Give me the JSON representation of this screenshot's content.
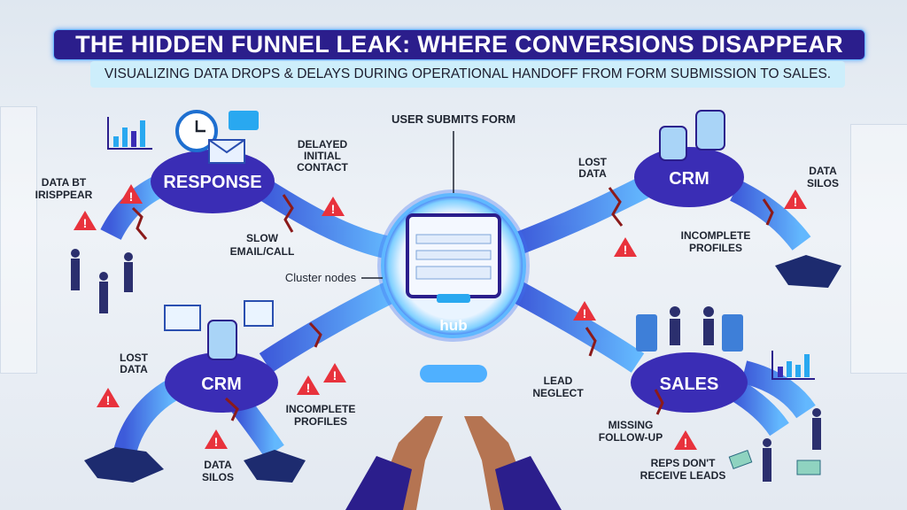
{
  "title": "THE HIDDEN FUNNEL LEAK: WHERE CONVERSIONS DISAPPEAR",
  "subtitle": "VISUALIZING DATA DROPS & DELAYS DURING OPERATIONAL HANDOFF FROM FORM SUBMISSION TO SALES.",
  "hub": {
    "label": "hub",
    "top_label": "USER SUBMITS FORM",
    "side_label": "Cluster nodes"
  },
  "nodes": {
    "response": "RESPONSE",
    "crm_top": "CRM",
    "crm_bottom": "CRM",
    "sales": "SALES"
  },
  "labels": {
    "data_disappear": [
      "DATA BT",
      "IRISPPEAR"
    ],
    "delayed_contact": [
      "DELAYED",
      "INITIAL",
      "CONTACT"
    ],
    "slow_email": [
      "SLOW",
      "EMAIL/CALL"
    ],
    "lost_data_top": [
      "LOST",
      "DATA"
    ],
    "data_silos_top": [
      "DATA",
      "SILOS"
    ],
    "incomplete_top": [
      "INCOMPLETE",
      "PROFILES"
    ],
    "lost_data_bottom": [
      "LOST",
      "DATA"
    ],
    "incomplete_bottom": [
      "INCOMPLETE",
      "PROFILES"
    ],
    "data_silos_bottom": [
      "DATA",
      "SILOS"
    ],
    "lead_neglect": [
      "LEAD",
      "NEGLECT"
    ],
    "missing_followup": [
      "MISSING",
      "FOLLOW-UP"
    ],
    "reps_no_leads": [
      "REPS DON'T",
      "RECEIVE LEADS"
    ]
  },
  "colors": {
    "node": "#3a2db5",
    "flow": "#3f6ff0",
    "glow": "#6cc8ff",
    "warning": "#e8323c",
    "title_bg": "#2b1e8c",
    "subtitle_bg": "#cdeefb"
  }
}
